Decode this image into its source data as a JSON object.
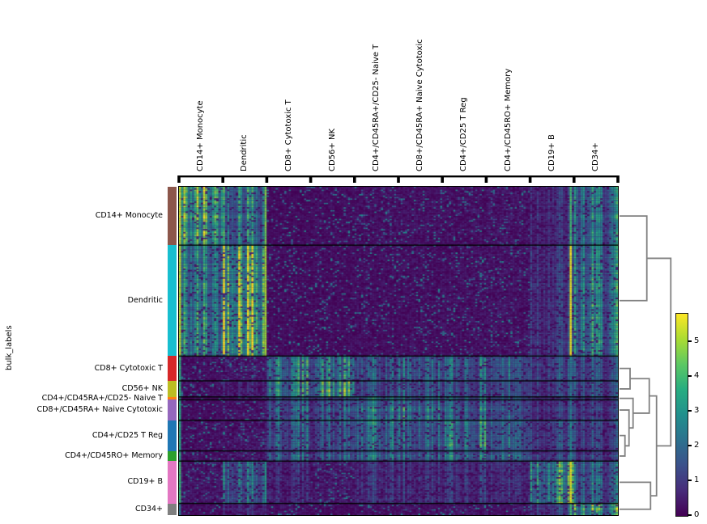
{
  "figure": {
    "ylabel": "bulk_labels",
    "background": "#ffffff"
  },
  "chart_data": {
    "type": "heatmap",
    "colormap": "viridis",
    "vmin": 0,
    "vmax": 5.85,
    "row_axis_label": "bulk_labels",
    "legend_position": "right",
    "colorbar_ticks": [
      0,
      1,
      2,
      3,
      4,
      5
    ],
    "row_groups": [
      {
        "label": "CD14+ Monocyte",
        "color": "#8c564b",
        "n_rows": 40
      },
      {
        "label": "Dendritic",
        "color": "#17becf",
        "n_rows": 76
      },
      {
        "label": "CD8+ Cytotoxic T",
        "color": "#d62728",
        "n_rows": 17
      },
      {
        "label": "CD56+ NK",
        "color": "#bcbd22",
        "n_rows": 11
      },
      {
        "label": "CD4+/CD45RA+/CD25- Naive T",
        "color": "#ff7f0e",
        "n_rows": 2
      },
      {
        "label": "CD8+/CD45RA+ Naive Cytotoxic",
        "color": "#9467bd",
        "n_rows": 14
      },
      {
        "label": "CD4+/CD25 T Reg",
        "color": "#1f77b4",
        "n_rows": 21
      },
      {
        "label": "CD4+/CD45RO+ Memory",
        "color": "#2ca02c",
        "n_rows": 7
      },
      {
        "label": "CD19+ B",
        "color": "#e377c2",
        "n_rows": 29
      },
      {
        "label": "CD34+",
        "color": "#7f7f7f",
        "n_rows": 8
      }
    ],
    "col_groups": [
      {
        "label": "CD14+ Monocyte",
        "n_cols": 20
      },
      {
        "label": "Dendritic",
        "n_cols": 20
      },
      {
        "label": "CD8+ Cytotoxic T",
        "n_cols": 20
      },
      {
        "label": "CD56+ NK",
        "n_cols": 20
      },
      {
        "label": "CD4+/CD45RA+/CD25- Naive T",
        "n_cols": 20
      },
      {
        "label": "CD8+/CD45RA+ Naive Cytotoxic",
        "n_cols": 20
      },
      {
        "label": "CD4+/CD25 T Reg",
        "n_cols": 20
      },
      {
        "label": "CD4+/CD45RO+ Memory",
        "n_cols": 20
      },
      {
        "label": "CD19+ B",
        "n_cols": 20
      },
      {
        "label": "CD34+",
        "n_cols": 20
      }
    ],
    "block_means": [
      [
        3.4,
        2.7,
        0.35,
        0.4,
        0.5,
        0.5,
        0.5,
        0.6,
        0.9,
        2.1
      ],
      [
        2.6,
        4.3,
        0.4,
        0.4,
        0.45,
        0.45,
        0.5,
        0.55,
        1.1,
        2.3
      ],
      [
        0.5,
        0.7,
        2.4,
        2.3,
        1.6,
        1.9,
        1.9,
        1.9,
        1.4,
        1.4
      ],
      [
        0.55,
        0.75,
        2.6,
        2.9,
        1.4,
        1.7,
        1.6,
        1.6,
        1.2,
        1.4
      ],
      [
        0.4,
        0.6,
        1.8,
        1.5,
        2.3,
        2.1,
        2.1,
        2.0,
        1.3,
        1.1
      ],
      [
        0.4,
        0.55,
        1.9,
        1.7,
        2.2,
        2.3,
        2.0,
        1.9,
        1.1,
        1.1
      ],
      [
        0.5,
        0.65,
        1.8,
        1.5,
        2.1,
        1.9,
        2.4,
        2.1,
        1.4,
        1.2
      ],
      [
        0.5,
        0.65,
        1.9,
        1.6,
        2.0,
        1.8,
        2.2,
        2.3,
        1.3,
        1.1
      ],
      [
        0.6,
        2.2,
        0.8,
        0.7,
        0.9,
        0.9,
        1.0,
        1.0,
        3.0,
        1.8
      ],
      [
        0.4,
        0.8,
        0.5,
        0.4,
        0.5,
        0.5,
        0.6,
        0.6,
        1.3,
        3.0
      ]
    ],
    "marker_columns": [
      {
        "col": 0,
        "values": [
          5.4,
          5.2,
          3.8,
          3.8,
          3.6,
          3.6,
          3.6,
          3.6,
          3.9,
          2.5
        ]
      },
      {
        "col": 39,
        "values": [
          4.6,
          5.0,
          0.5,
          0.5,
          0.5,
          0.5,
          0.6,
          0.6,
          3.2,
          0.8
        ]
      },
      {
        "col": 178,
        "values": [
          4.0,
          5.6,
          2.6,
          2.4,
          2.6,
          2.6,
          2.8,
          2.8,
          5.5,
          4.0
        ]
      }
    ],
    "dendrogram": {
      "color": "#808080",
      "merges": [
        {
          "id": "M0",
          "a": "L0",
          "b": "L1",
          "x": 798.7
        },
        {
          "id": "M1",
          "a": "L2",
          "b": "L3",
          "x": 778.0
        },
        {
          "id": "M2",
          "a": "L6",
          "b": "L7",
          "x": 771.7
        },
        {
          "id": "M3",
          "a": "L5",
          "b": "M2",
          "x": 776.7
        },
        {
          "id": "M4",
          "a": "L4",
          "b": "M3",
          "x": 781.7
        },
        {
          "id": "M5",
          "a": "M1",
          "b": "M4",
          "x": 801.7
        },
        {
          "id": "M6",
          "a": "L8",
          "b": "L9",
          "x": 803.3
        },
        {
          "id": "M7",
          "a": "M5",
          "b": "M6",
          "x": 810.7
        },
        {
          "id": "M8",
          "a": "M0",
          "b": "M7",
          "x": 828.3
        }
      ]
    }
  }
}
